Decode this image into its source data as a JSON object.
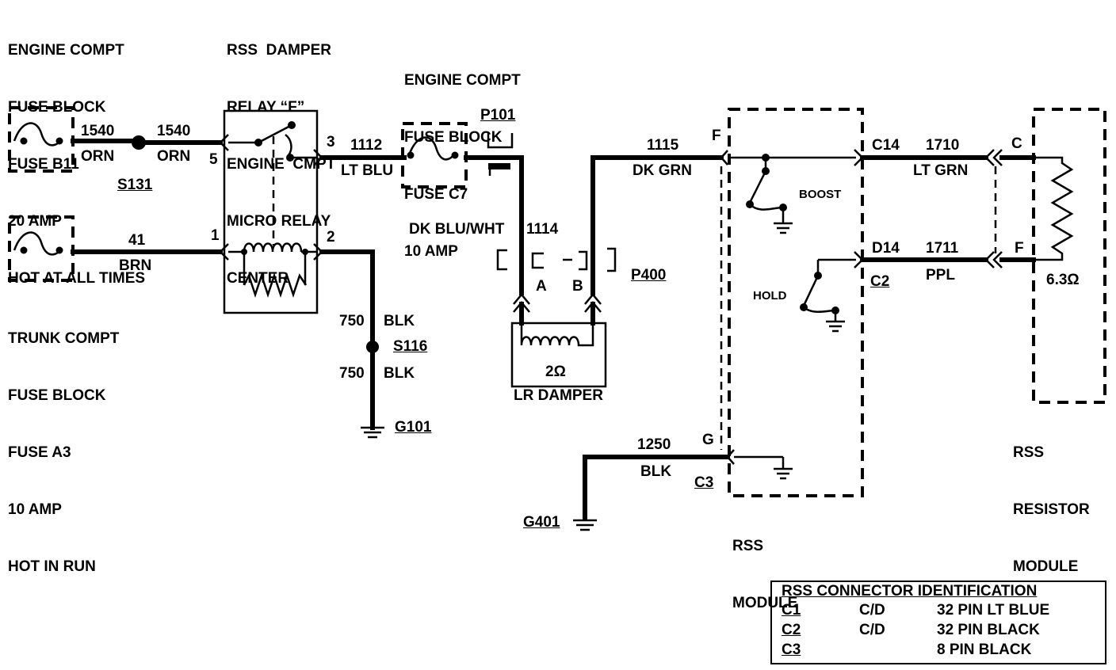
{
  "components": {
    "fuse_b11": [
      "ENGINE COMPT",
      "FUSE BLOCK",
      "FUSE B11",
      "20 AMP",
      "HOT AT ALL TIMES"
    ],
    "relay": [
      "RSS  DAMPER",
      "RELAY “F”",
      "ENGINE  CMPT",
      "MICRO RELAY",
      "CENTER"
    ],
    "fuse_c7": [
      "ENGINE COMPT",
      "FUSE BLOCK",
      "FUSE C7",
      "10 AMP"
    ],
    "fuse_a3": [
      "TRUNK COMPT",
      "FUSE BLOCK",
      "FUSE A3",
      "10 AMP",
      "HOT IN RUN"
    ],
    "lr_damper": "LR DAMPER",
    "damper_resistance": "2Ω",
    "rss_module": [
      "RSS",
      "MODULE"
    ],
    "rss_resistor_module": [
      "RSS",
      "RESISTOR",
      "MODULE"
    ],
    "resistor_value": "6.3Ω"
  },
  "wires": {
    "w1540_num": "1540",
    "w1540_color": "ORN",
    "w1540b_num": "1540",
    "w1540b_color": "ORN",
    "w41_num": "41",
    "w41_color": "BRN",
    "w1112_num": "1112",
    "w1112_color": "LT BLU",
    "w1114_color": "DK BLU/WHT",
    "w1114_num": "1114",
    "w1115_num": "1115",
    "w1115_color": "DK GRN",
    "w750a_num": "750",
    "w750a_color": "BLK",
    "w750b_num": "750",
    "w750b_color": "BLK",
    "w1250_num": "1250",
    "w1250_color": "BLK",
    "w1710_num": "1710",
    "w1710_color": "LT GRN",
    "w1711_num": "1711",
    "w1711_color": "PPL"
  },
  "connectors": {
    "s131": "S131",
    "s116": "S116",
    "g101": "G101",
    "g401": "G401",
    "p101": "P101",
    "p400": "P400",
    "c2": "C2",
    "c3": "C3",
    "c14": "C14",
    "d14": "D14"
  },
  "pins": {
    "relay_5": "5",
    "relay_3": "3",
    "relay_1": "1",
    "relay_2": "2",
    "damper_a": "A",
    "damper_b": "B",
    "module_f": "F",
    "module_g": "G",
    "resistor_c": "C",
    "resistor_f": "F"
  },
  "switches": {
    "boost": "BOOST",
    "hold": "HOLD"
  },
  "legend": {
    "title": "RSS CONNECTOR IDENTIFICATION",
    "rows": [
      {
        "id": "C1",
        "type": "C/D",
        "desc": "32 PIN LT BLUE"
      },
      {
        "id": "C2",
        "type": "C/D",
        "desc": "32 PIN BLACK"
      },
      {
        "id": "C3",
        "type": "",
        "desc": "8 PIN BLACK"
      }
    ]
  }
}
